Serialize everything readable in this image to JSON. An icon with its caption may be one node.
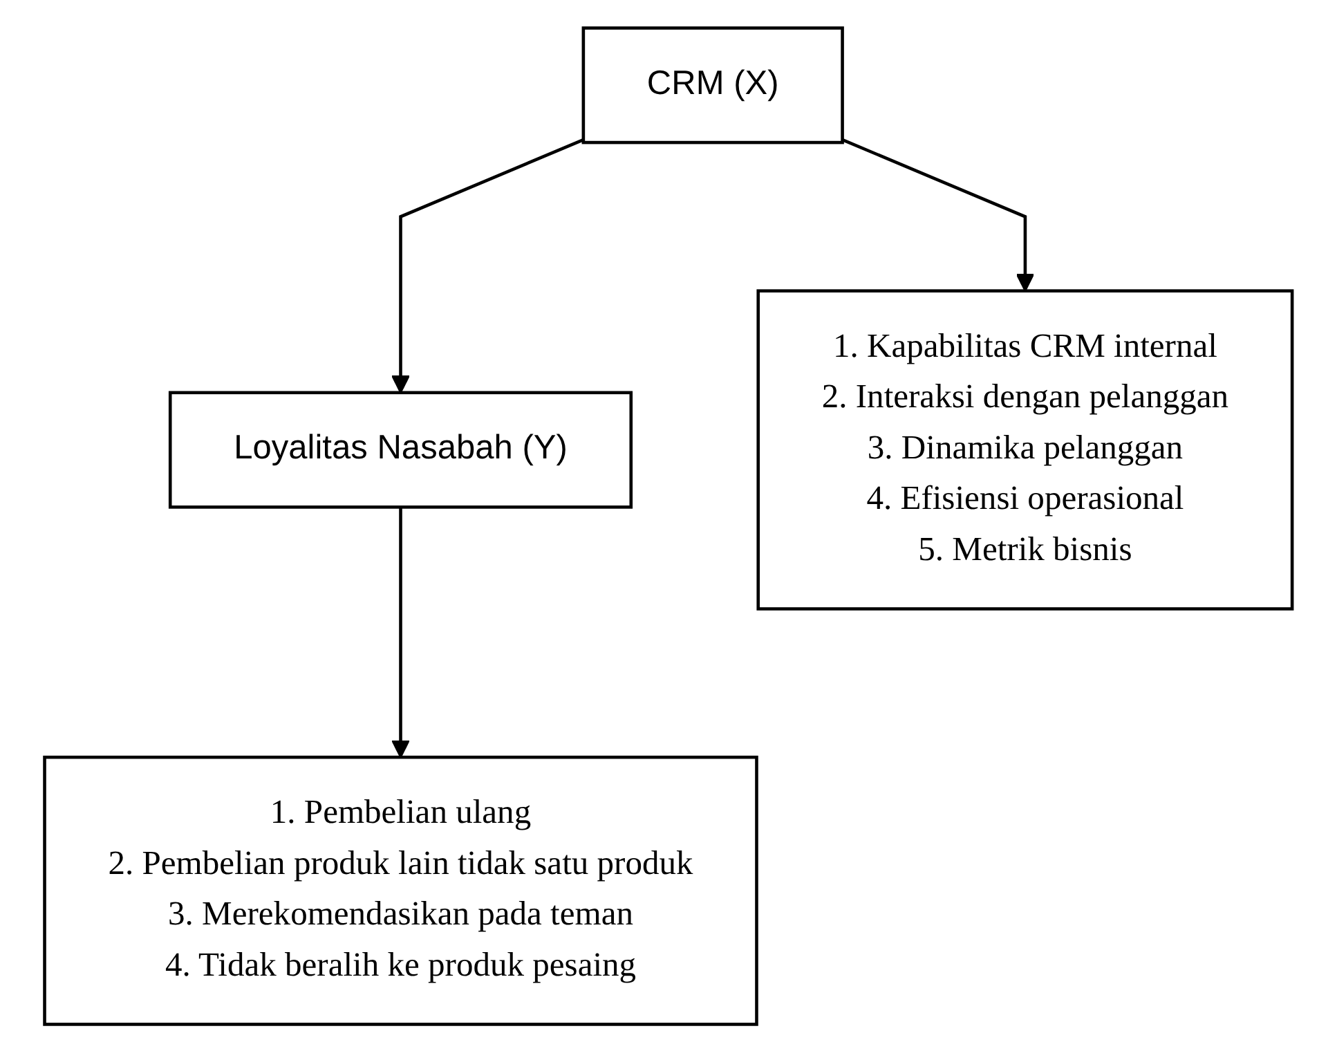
{
  "diagram": {
    "nodes": [
      {
        "text": [
          "CRM (X)"
        ]
      },
      {
        "text": [
          "Loyalitas Nasabah (Y)"
        ]
      },
      {
        "text": [
          "1. Kapabilitas CRM internal",
          "2. Interaksi dengan pelanggan",
          "3. Dinamika pelanggan",
          "4. Efisiensi operasional",
          "5. Metrik bisnis"
        ]
      },
      {
        "text": [
          "1. Pembelian ulang",
          "2. Pembelian produk lain tidak satu produk",
          "3. Merekomendasikan pada teman",
          "4. Tidak beralih ke produk pesaing"
        ]
      }
    ],
    "edges": [
      {
        "from": 0,
        "to": 1,
        "arrow": "to"
      },
      {
        "from": 0,
        "to": 2,
        "arrow": "to"
      },
      {
        "from": 1,
        "to": 3,
        "arrow": "to"
      }
    ]
  }
}
